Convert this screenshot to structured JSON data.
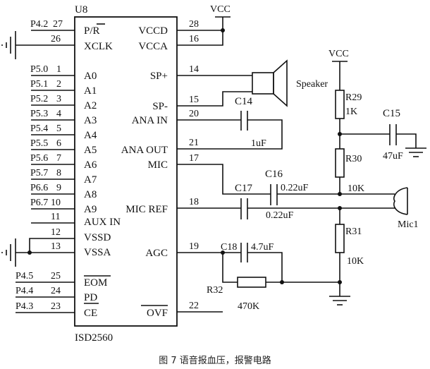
{
  "figure": {
    "caption": "图 7  语音报血压，报警电路"
  },
  "chip": {
    "ref": "U8",
    "part": "ISD2560",
    "left_pins": [
      {
        "net": "P4.2",
        "num": "27",
        "name": "P/R"
      },
      {
        "net": "",
        "num": "26",
        "name": "XCLK"
      },
      {
        "net": "P5.0",
        "num": "1",
        "name": "A0"
      },
      {
        "net": "P5.1",
        "num": "2",
        "name": "A1"
      },
      {
        "net": "P5.2",
        "num": "3",
        "name": "A2"
      },
      {
        "net": "P5.3",
        "num": "4",
        "name": "A3"
      },
      {
        "net": "P5.4",
        "num": "5",
        "name": "A4"
      },
      {
        "net": "P5.5",
        "num": "6",
        "name": "A5"
      },
      {
        "net": "P5.6",
        "num": "7",
        "name": "A6"
      },
      {
        "net": "P5.7",
        "num": "8",
        "name": "A7"
      },
      {
        "net": "P6.6",
        "num": "9",
        "name": "A8"
      },
      {
        "net": "P6.7",
        "num": "10",
        "name": "A9"
      },
      {
        "net": "",
        "num": "11",
        "name": "AUX IN"
      },
      {
        "net": "",
        "num": "12",
        "name": "VSSD"
      },
      {
        "net": "",
        "num": "13",
        "name": "VSSA"
      },
      {
        "net": "P4.5",
        "num": "25",
        "name": "EOM"
      },
      {
        "net": "P4.4",
        "num": "24",
        "name": "PD"
      },
      {
        "net": "P4.3",
        "num": "23",
        "name": "CE"
      }
    ],
    "right_pins": [
      {
        "num": "28",
        "name": "VCCD"
      },
      {
        "num": "16",
        "name": "VCCA"
      },
      {
        "num": "14",
        "name": "SP+"
      },
      {
        "num": "15",
        "name": "SP-"
      },
      {
        "num": "20",
        "name": "ANA IN"
      },
      {
        "num": "21",
        "name": "ANA OUT"
      },
      {
        "num": "17",
        "name": "MIC"
      },
      {
        "num": "18",
        "name": "MIC REF"
      },
      {
        "num": "19",
        "name": "AGC"
      },
      {
        "num": "22",
        "name": "OVF"
      }
    ]
  },
  "supply": {
    "vcc_chip": "VCC",
    "vcc_right": "VCC"
  },
  "components": {
    "speaker": {
      "label": "Speaker"
    },
    "c14": {
      "ref": "C14",
      "value": "1uF"
    },
    "c15": {
      "ref": "C15",
      "value": "47uF"
    },
    "c16": {
      "ref": "C16",
      "value": "0.22uF"
    },
    "c17": {
      "ref": "C17",
      "value": "0.22uF"
    },
    "c18": {
      "ref": "C18",
      "value": "4.7uF"
    },
    "r29": {
      "ref": "R29",
      "value": "1K"
    },
    "r30": {
      "ref": "R30",
      "value": "10K"
    },
    "r31": {
      "ref": "R31",
      "value": "10K"
    },
    "r32": {
      "ref": "R32",
      "value": "470K"
    },
    "mic": {
      "ref": "Mic1"
    }
  }
}
